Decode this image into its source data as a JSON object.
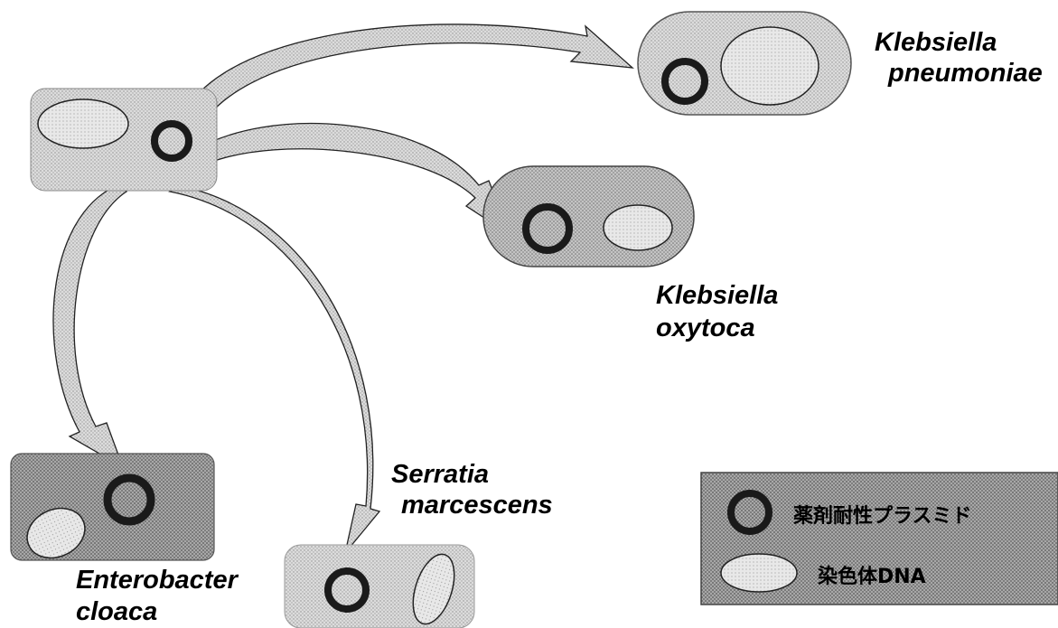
{
  "species": {
    "klebsiella_pneumoniae": {
      "line1": "Klebsiella",
      "line2": "pneumoniae"
    },
    "klebsiella_oxytoca": {
      "line1": "Klebsiella",
      "line2": "oxytoca"
    },
    "enterobacter_cloaca": {
      "line1": "Enterobacter",
      "line2": "cloaca"
    },
    "serratia_marcescens": {
      "line1": "Serratia",
      "line2": "marcescens"
    }
  },
  "legend": {
    "plasmid_label": "薬剤耐性プラスミド",
    "chromosome_label": "染色体DNA"
  },
  "colors": {
    "plasmid_ring": "#1a1a1a",
    "light_cell": "#d4d4d4",
    "dark_cell": "#a9a9a9",
    "legend_box": "#9a9a9a",
    "chromosome_fill": "#e6e6e6"
  }
}
